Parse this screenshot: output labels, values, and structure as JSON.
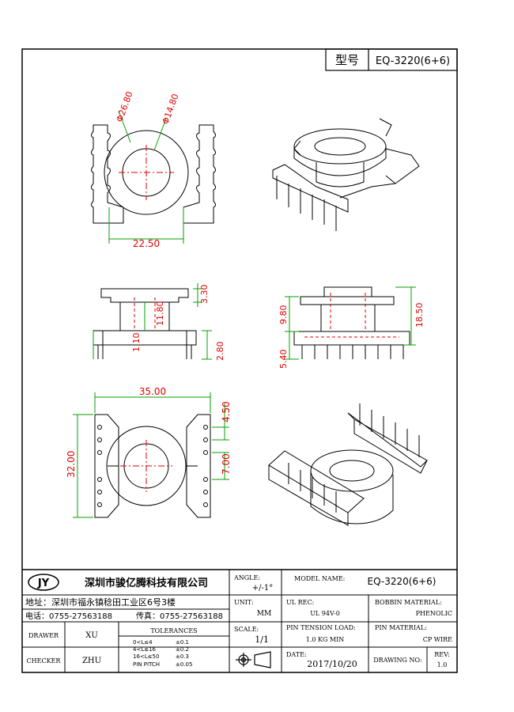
{
  "header": {
    "model_label": "型号",
    "model_value": "EQ-3220(6+6)"
  },
  "dimensions": {
    "d1": "Φ26.80",
    "d2": "Φ14.80",
    "w_top": "22.50",
    "h_flange": "3.30",
    "h_core": "11.80",
    "h_base": "1.10",
    "pin_len": "2.80",
    "side_h1": "9.80",
    "side_h2": "18.50",
    "side_pin": "5.40",
    "w_bottom": "35.00",
    "h_bottom": "32.00",
    "pitch": "4.50",
    "gap": "7.00"
  },
  "title_block": {
    "logo_text": "JY",
    "company": "深圳市骏亿腾科技有限公司",
    "address": "地址：深圳市福永镇稔田工业区6号3楼",
    "tel": "电话：0755-27563188",
    "fax": "传真：0755-27563188",
    "angle_label": "ANGLE:",
    "angle_value": "+/-1°",
    "model_name_label": "MODEL NAME:",
    "model_name_value": "EQ-3220(6+6)",
    "unit_label": "UNIT:",
    "unit_value": "MM",
    "ul_rec_label": "UL REC:",
    "ul_rec_value": "UL 94V-0",
    "bobbin_label": "BOBBIN MATERIAL:",
    "bobbin_value": "PHENOLIC",
    "drawer_label": "DRAWER",
    "drawer_value": "XU",
    "tolerances_label": "TOLERANCES",
    "tol_rows": [
      [
        "0<L≤4",
        "±0.1"
      ],
      [
        "4<L≤16",
        "±0.2"
      ],
      [
        "16<L≤50",
        "±0.3"
      ],
      [
        "PIN PITCH",
        "±0.05"
      ]
    ],
    "scale_label": "SCALE:",
    "scale_value": "1/1",
    "pin_tension_label": "PIN TENSION LOAD:",
    "pin_tension_value": "1.0 KG MIN",
    "pin_material_label": "PIN MATERIAL:",
    "pin_material_value": "CP WIRE",
    "checker_label": "CHECKER",
    "checker_value": "ZHU",
    "date_label": "DATE:",
    "date_value": "2017/10/20",
    "drawing_no_label": "DRAWING NO:",
    "rev_label": "REV:",
    "rev_value": "1.0"
  },
  "colors": {
    "line": "#000000",
    "dim": "#00a000",
    "center": "#e00000"
  }
}
